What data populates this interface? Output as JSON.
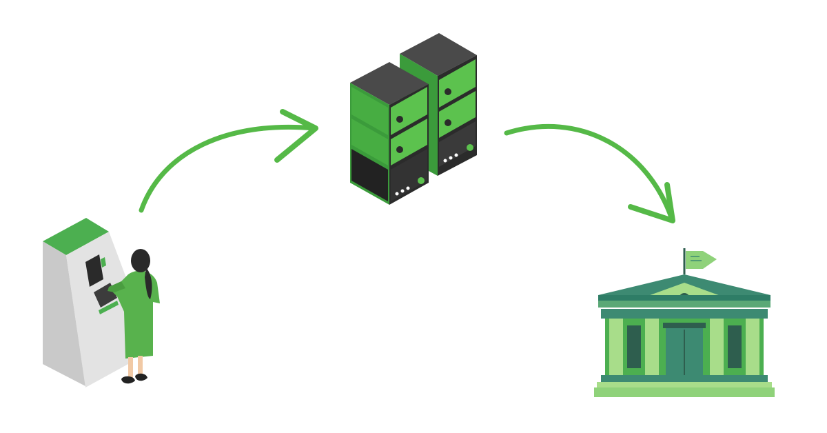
{
  "diagram": {
    "nodes": [
      {
        "id": "atm",
        "icon": "atm-with-person-icon"
      },
      {
        "id": "servers",
        "icon": "server-rack-icon"
      },
      {
        "id": "bank",
        "icon": "bank-building-icon"
      }
    ],
    "edges": [
      {
        "from": "atm",
        "to": "servers",
        "icon": "curved-arrow-icon"
      },
      {
        "from": "servers",
        "to": "bank",
        "icon": "curved-arrow-icon"
      }
    ]
  },
  "colors": {
    "accent_green": "#4caf50",
    "arrow_green": "#55b947",
    "dark_green": "#2e7d4f",
    "server_top": "#4a4a4a",
    "server_dark": "#2b2b2b",
    "atm_body": "#dcdcdc",
    "bank_teal": "#3d8a72",
    "bank_light": "#a8dd8a"
  }
}
